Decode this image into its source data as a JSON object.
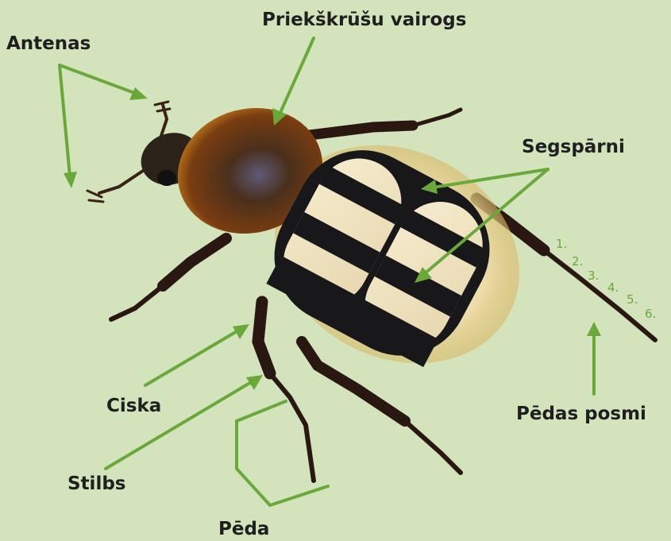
{
  "diagram": {
    "background_color": "#d3e4bd",
    "arrow_color": "#6aa83a",
    "labels": {
      "antenas": "Antenas",
      "priekskrusu_vairogs": "Priekškrūšu vairogs",
      "segsparni": "Segspārni",
      "ciska": "Ciska",
      "stilbs": "Stilbs",
      "peda": "Pēda",
      "pedas_posmi": "Pēdas posmi"
    },
    "tarsus_segments": [
      "1.",
      "2.",
      "3.",
      "4.",
      "5.",
      "6."
    ]
  }
}
